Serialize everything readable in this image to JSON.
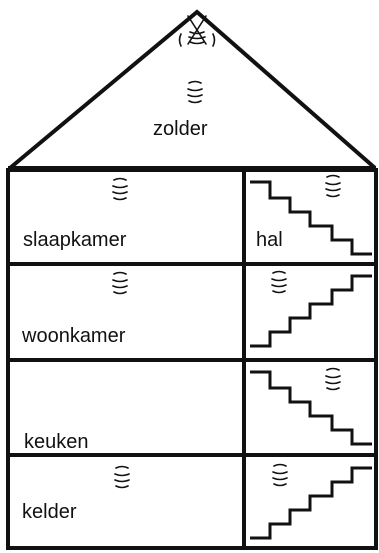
{
  "diagram": {
    "rooms": {
      "attic": "zolder",
      "bedroom": "slaapkamer",
      "hall": "hal",
      "living": "woonkamer",
      "kitchen": "keuken",
      "cellar": "kelder"
    },
    "icons": {
      "sensor": "smoke-detector-icon",
      "stairs": "staircase-icon",
      "roof_vent": "roof-vent-icon"
    },
    "colors": {
      "line": "#111111",
      "background": "#ffffff"
    }
  }
}
